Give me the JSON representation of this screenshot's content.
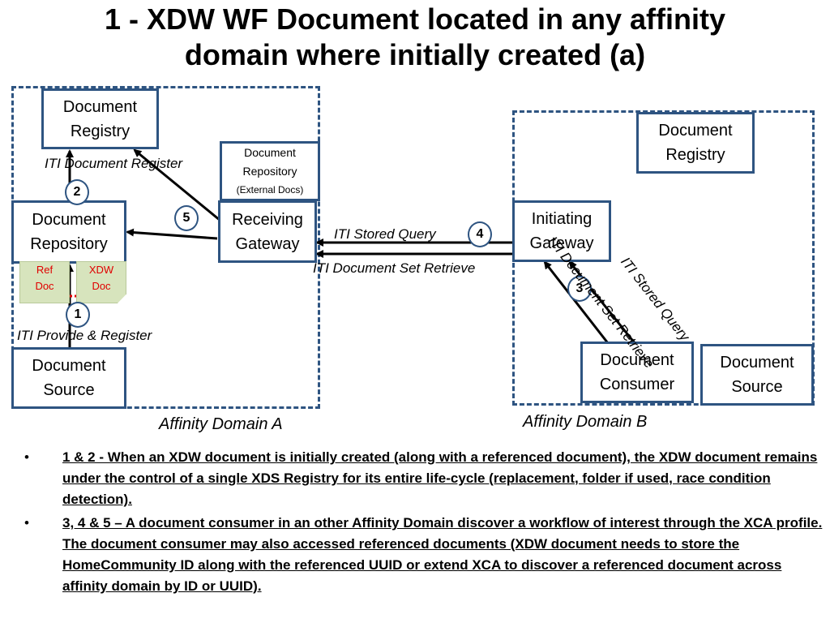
{
  "title": {
    "line1": "1 - XDW WF Document located in any affinity",
    "line2": "domain where initially created (a)"
  },
  "domains": {
    "a_label": "Affinity Domain A",
    "b_label": "Affinity Domain B"
  },
  "boxes": {
    "registry_a": "Document\nRegistry",
    "repository_a": "Document\nRepository",
    "source_a": "Document\nSource",
    "external_repo_main": "Document\nRepository",
    "external_repo_sub": "(External Docs)",
    "receiving_gateway": "Receiving\nGateway",
    "initiating_gateway": "Initiating\nGateway",
    "registry_b": "Document\nRegistry",
    "consumer_b": "Document\nConsumer",
    "source_b": "Document\nSource"
  },
  "notes": {
    "ref_doc": "Ref\nDoc",
    "xdw_doc": "XDW\nDoc"
  },
  "transaction_labels": {
    "register": "ITI  Document Register",
    "provide_register": "ITI  Provide & Register",
    "stored_query": "ITI  Stored Query",
    "set_retrieve": "ITI  Document Set Retrieve",
    "rot_set_retrieve": "ITI  Document\nSet Retrieve",
    "rot_stored_query": "ITI  Stored\nQuery"
  },
  "steps": [
    "1",
    "2",
    "3",
    "4",
    "5"
  ],
  "bullets": [
    "1 & 2 - When an XDW document is initially created (along with a referenced document), the XDW document remains under the control of a single XDS Registry for its entire life-cycle (replacement, folder if used, race condition detection).",
    "3, 4 & 5 – A document consumer in an other Affinity Domain discover a workflow of interest through the XCA profile.  The document consumer may also accessed referenced documents (XDW document needs to store the HomeCommunity ID along with the referenced UUID or extend XCA to discover a referenced document across affinity domain by ID or UUID)."
  ],
  "colors": {
    "border": "#2e5481",
    "note_fill": "#d7e4bd",
    "dotted_arrow": "#e00000"
  }
}
